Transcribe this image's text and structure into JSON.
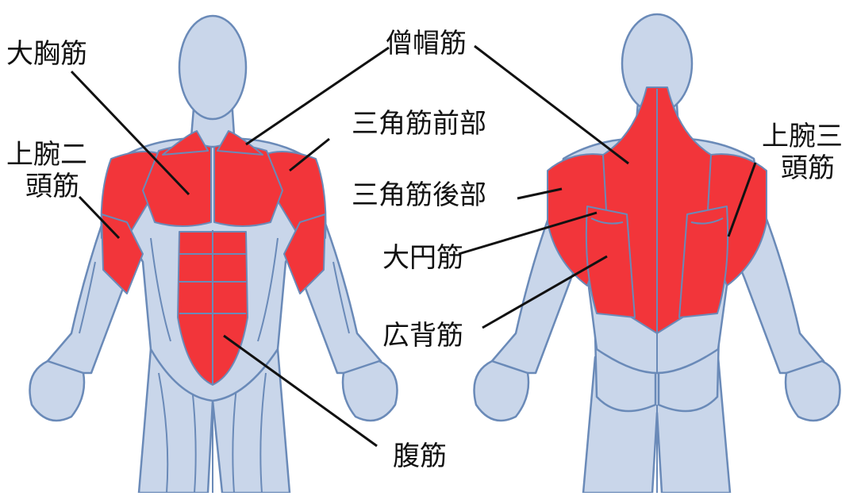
{
  "colors": {
    "body_fill": "#c9d6ea",
    "body_stroke": "#6a8ab8",
    "highlight": "#f2353a",
    "leader_line": "#111111"
  },
  "labels": {
    "pectoralis_major": "大胸筋",
    "biceps": [
      "上腕二",
      "頭筋"
    ],
    "abdominals": "腹筋",
    "trapezius": "僧帽筋",
    "anterior_deltoid": "三角筋前部",
    "posterior_deltoid": "三角筋後部",
    "teres_major": "大円筋",
    "latissimus_dorsi": "広背筋",
    "triceps": [
      "上腕三",
      "頭筋"
    ]
  }
}
